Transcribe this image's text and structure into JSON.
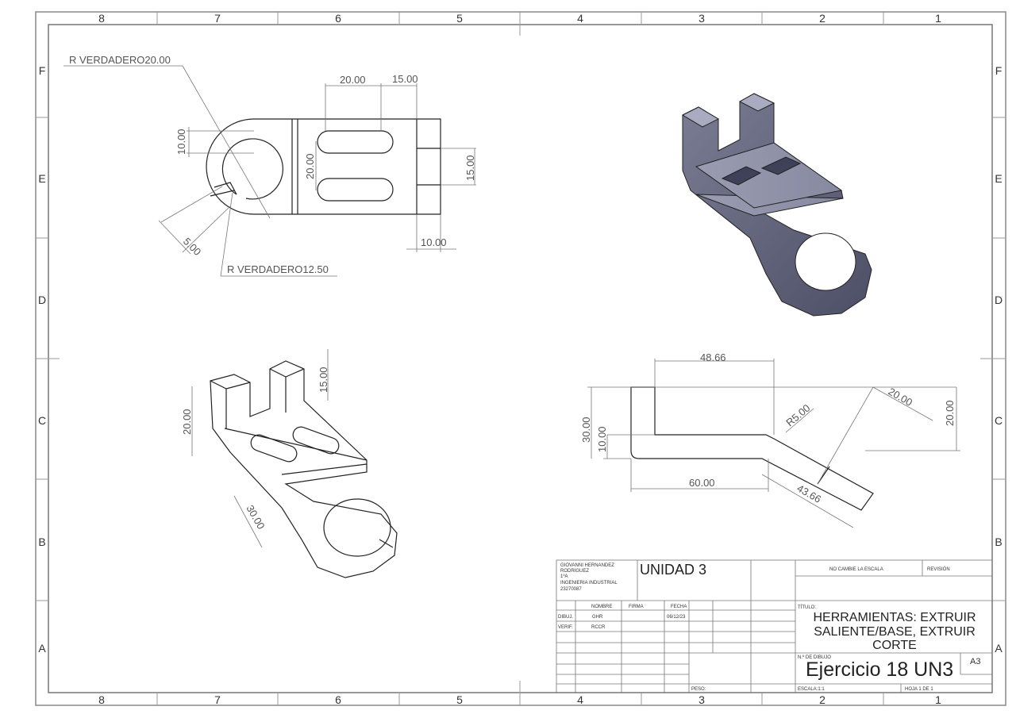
{
  "zones": {
    "columns": [
      "8",
      "7",
      "6",
      "5",
      "4",
      "3",
      "2",
      "1"
    ],
    "rows": [
      "F",
      "E",
      "D",
      "C",
      "B",
      "A"
    ]
  },
  "dims": {
    "r_outer": "R VERDADERO20.00",
    "r_inner": "R VERDADERO12.50",
    "top_20": "20.00",
    "top_15": "15.00",
    "left_10": "10.00",
    "mid_20": "20.00",
    "right_15": "15.00",
    "bottom_10": "10.00",
    "gap_5": "5.00",
    "iso_15": "15.00",
    "iso_20": "20.00",
    "iso_30": "30.00",
    "side_4866": "48.66",
    "side_r5": "R5.00",
    "side_20a": "20.00",
    "side_20b": "20.00",
    "side_30": "30.00",
    "side_10": "10.00",
    "side_60": "60.00",
    "side_4366": "43.66"
  },
  "title_block": {
    "author_line1": "GIOVANNI HERNANDEZ",
    "author_line2": "RODRIGUEZ",
    "author_line3": "1ºA",
    "author_line4": "INGENIERIA INDUSTRIAL",
    "author_line5": "23270087",
    "unit": "UNIDAD 3",
    "no_scale": "NO CAMBIE LA ESCALA",
    "revision": "REVISIÓN",
    "col_nombre": "NOMBRE",
    "col_firma": "FIRMA",
    "col_fecha": "FECHA",
    "row_dibuj": "DIBUJ.",
    "row_verif": "VERIF.",
    "dibuj_name": "GHR",
    "dibuj_date": "06/12/23",
    "verif_name": "RCCR",
    "titulo_label": "TÍTULO:",
    "title_1": "HERRAMIENTAS: EXTRUIR",
    "title_2": "SALIENTE/BASE, EXTRUIR",
    "title_3": "CORTE",
    "drawing_no_label": "N.º DE DIBUJO",
    "drawing_no": "Ejercicio 18 UN3",
    "sheet_size": "A3",
    "peso": "PESO:",
    "escala": "ESCALA:1:1",
    "hoja": "HOJA 1 DE 1"
  }
}
